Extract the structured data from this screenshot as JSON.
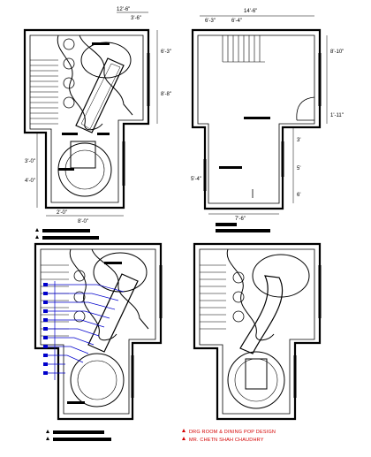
{
  "drawing": {
    "plan_top_left": {
      "dims": {
        "top_a": "12'-6\"",
        "top_b": "3'-6\"",
        "right_a": "6'-3\"",
        "right_b": "8'-8\"",
        "bottom_a": "2'-0\"",
        "bottom_b": "8'-0\"",
        "left_a": "3'-0\"",
        "left_b": "4'-0\""
      }
    },
    "plan_top_right": {
      "dims": {
        "top_total": "14'-6\"",
        "top_a": "6'-3\"",
        "top_b": "6'-4\"",
        "right_a": "8'-10\"",
        "right_b": "1'-11\"",
        "mid_right_a": "3'",
        "mid_right_b": "5'",
        "mid_right_c": "6'",
        "left_side": "5'-4\"",
        "bottom": "7'-6\""
      }
    },
    "title_block": {
      "line1": "DRG ROOM & DINING POP DESIGN",
      "line2": "MR. CHETN SHAH CHAUDHRY"
    },
    "colors": {
      "line": "#000000",
      "annotation_blue": "#0000cc",
      "title_red": "#d40000"
    }
  }
}
